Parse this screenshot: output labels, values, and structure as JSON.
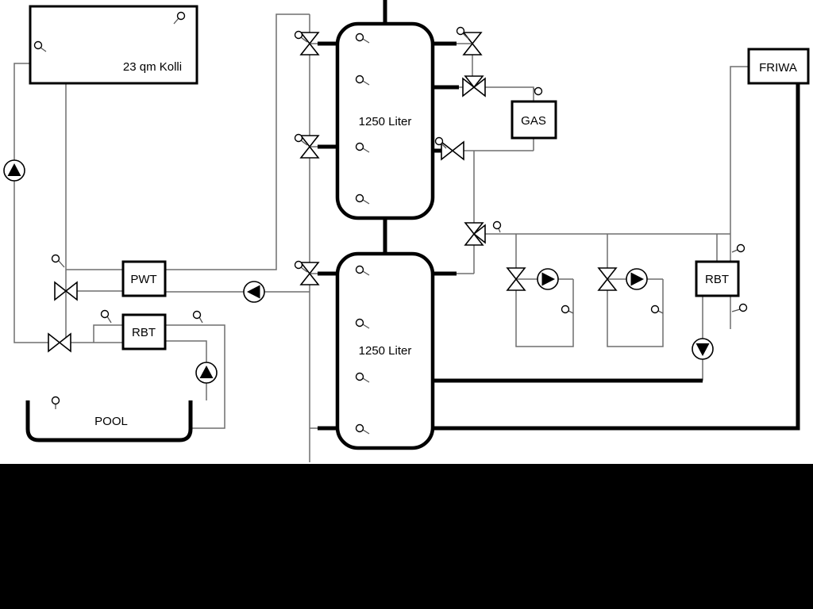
{
  "labels": {
    "collector": "23 qm Kolli",
    "tank1": "1250 Liter",
    "tank2": "1250 Liter",
    "gas": "GAS",
    "friwa": "FRIWA",
    "pwt": "PWT",
    "rbt_left": "RBT",
    "rbt_right": "RBT",
    "pool": "POOL"
  },
  "colors": {
    "background": "#ffffff",
    "letterbox": "#000000",
    "pipe_thin": "#6e6e6e",
    "pipe_thick": "#000000",
    "component_border": "#000000",
    "component_fill": "#ffffff",
    "pump_triangle": "#000000"
  }
}
